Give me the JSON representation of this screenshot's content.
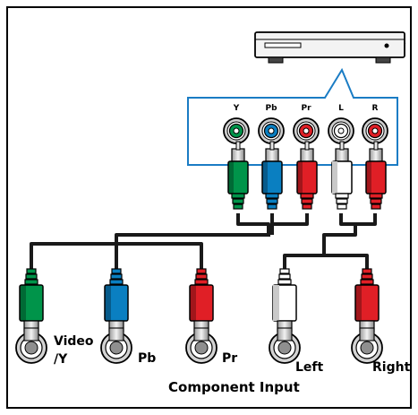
{
  "ports": [
    {
      "id": "y",
      "label": "Y",
      "color": "#00944a"
    },
    {
      "id": "pb",
      "label": "Pb",
      "color": "#0a7fc1"
    },
    {
      "id": "pr",
      "label": "Pr",
      "color": "#e01f26"
    },
    {
      "id": "l",
      "label": "L",
      "color": "#ffffff"
    },
    {
      "id": "r",
      "label": "R",
      "color": "#e01f26"
    }
  ],
  "jacks": [
    {
      "id": "video",
      "label_line1": "Video",
      "label_line2": "/Y",
      "color": "#00944a"
    },
    {
      "id": "pb",
      "label": "Pb",
      "color": "#0a7fc1"
    },
    {
      "id": "pr",
      "label": "Pr",
      "color": "#e01f26"
    },
    {
      "id": "left",
      "label": "Left",
      "color": "#ffffff"
    },
    {
      "id": "right",
      "label": "Right",
      "color": "#e01f26"
    }
  ],
  "caption": "Component Input",
  "colors": {
    "panel_border": "#1a7cc4",
    "cable": "#1a1a1a",
    "frame": "#000000"
  },
  "icons": {
    "device": "dvd-player-icon"
  }
}
